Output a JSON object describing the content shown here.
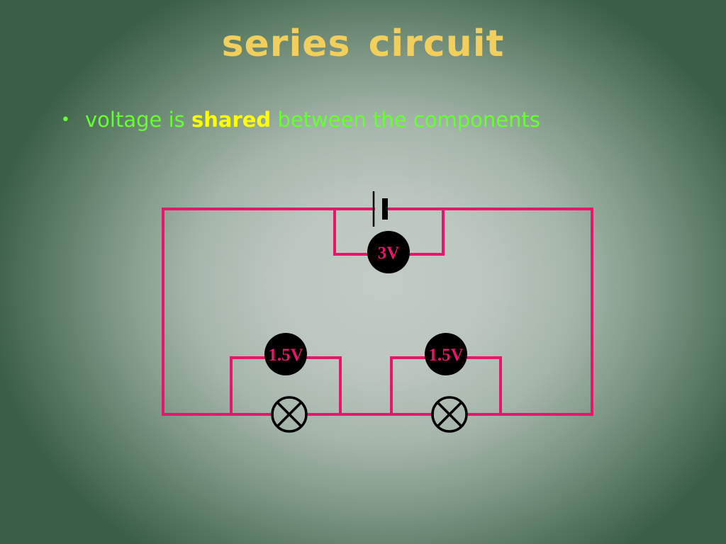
{
  "slide": {
    "title": "series circuit",
    "bullet": {
      "before": "voltage is ",
      "emphasis": "shared",
      "after": " between the components"
    }
  },
  "circuit": {
    "battery_voltmeter_reading": "3V",
    "bulb_voltmeters": [
      {
        "reading": "1.5V"
      },
      {
        "reading": "1.5V"
      }
    ]
  },
  "colors": {
    "title": "#f2cf5c",
    "bullet_text": "#66ff33",
    "emphasis": "#ffff00",
    "wire": "#e8156a",
    "meter_fill": "#000000",
    "meter_text": "#e8156a",
    "component_stroke": "#000000"
  },
  "icons": [
    "battery-icon",
    "voltmeter-icon",
    "lamp-icon"
  ]
}
